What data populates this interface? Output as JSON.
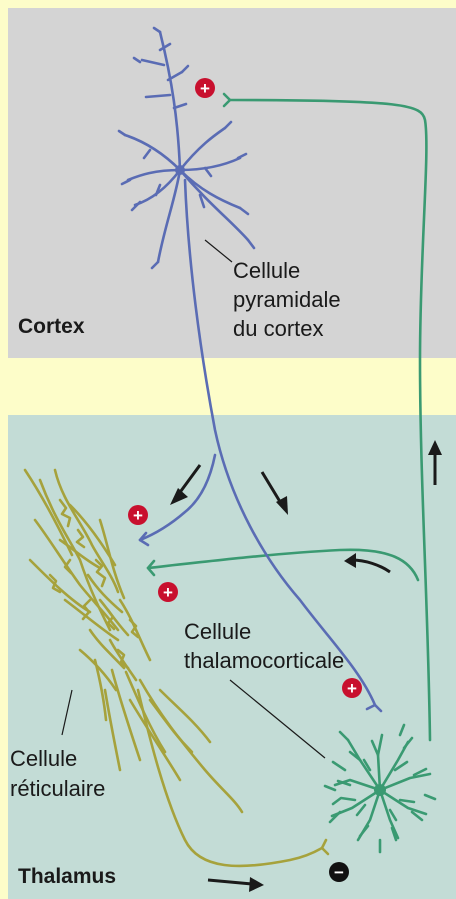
{
  "regions": {
    "cortex": {
      "label": "Cortex",
      "color": "#d4d4d4"
    },
    "thalamus": {
      "label": "Thalamus",
      "color": "#c3dcd6"
    }
  },
  "background_color": "#fdfdc9",
  "cells": {
    "pyramidal": {
      "label_lines": [
        "Cellule",
        "pyramidale",
        "du cortex"
      ],
      "color": "#5a6cb4"
    },
    "thalamocortical": {
      "label_lines": [
        "Cellule",
        "thalamocorticale"
      ],
      "color": "#3a9a72"
    },
    "reticular": {
      "label_lines": [
        "Cellule",
        "réticulaire"
      ],
      "color": "#a6a23c"
    }
  },
  "synapse_signs": {
    "excitatory": {
      "symbol": "+",
      "color": "#c8102e"
    },
    "inhibitory": {
      "symbol": "−",
      "color": "#111111"
    }
  }
}
